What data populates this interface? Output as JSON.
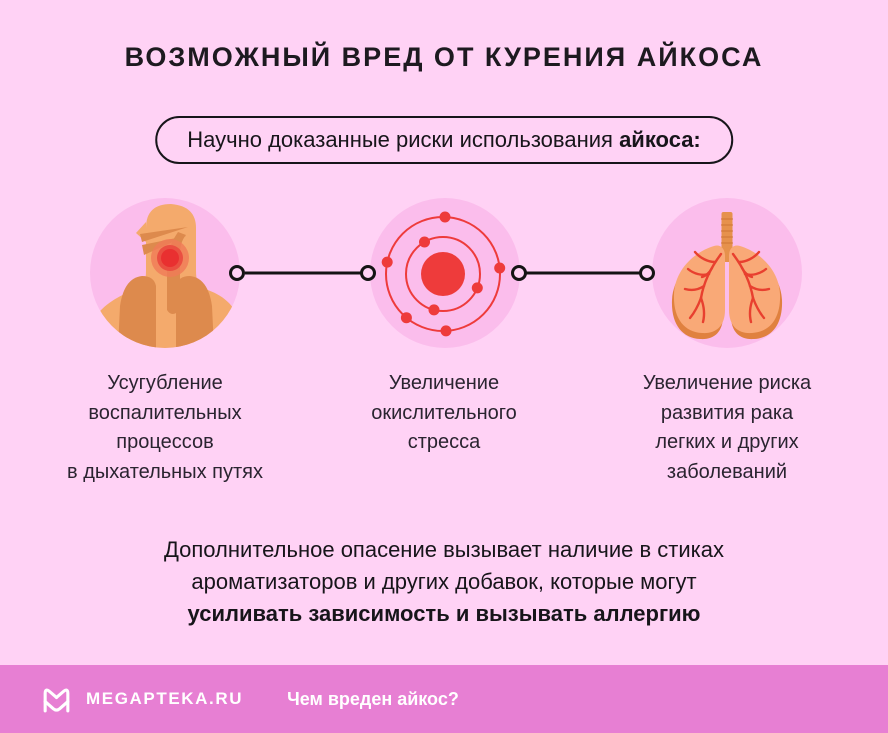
{
  "title": "ВОЗМОЖНЫЙ ВРЕД ОТ КУРЕНИЯ АЙКОСА",
  "subtitle": {
    "regular": "Научно доказанные риски использования",
    "bold": "айкоса:"
  },
  "risks": [
    {
      "icon": "throat-inflammation-icon",
      "label": "Усугубление воспалительных процессов в дыхательных путях"
    },
    {
      "icon": "atom-icon",
      "label": "Увеличение окислительного стресса"
    },
    {
      "icon": "lungs-icon",
      "label": "Увеличение риска развития рака легких и других заболеваний"
    }
  ],
  "note": {
    "regular": "Дополнительное опасение вызывает наличие в стиках ароматизаторов и других добавок, которые могут",
    "bold": "усиливать зависимость и вызывать аллергию"
  },
  "footer": {
    "logo_icon": "megapteka-logo",
    "brand": "MEGAPTEKA.RU",
    "question": "Чем вреден айкос?"
  },
  "colors": {
    "background": "#ffd2f5",
    "icon_circle": "#fbbdec",
    "accent_red": "#ee3b3b",
    "footer_bar": "#e77fd3",
    "text": "#1d1a20",
    "skin": "#f4aa6c",
    "organ": "#dd8a4d",
    "lung": "#f9a977",
    "lung_shade": "#e0813f"
  }
}
